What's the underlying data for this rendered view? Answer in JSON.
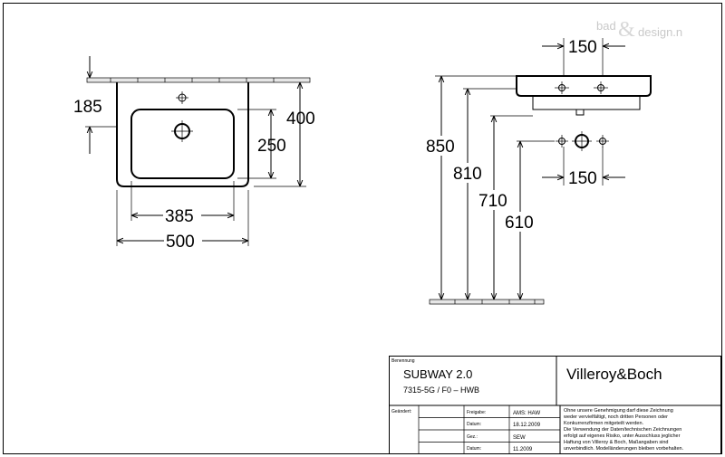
{
  "watermark": {
    "left": "bad",
    "amp": "&",
    "right": "design.n"
  },
  "top_view": {
    "depth_offset": "185",
    "height_outer": "400",
    "height_inner": "250",
    "width_inner": "385",
    "width_outer": "500"
  },
  "side_view": {
    "tap_spacing_top": "150",
    "tap_spacing_bottom": "150",
    "height_850": "850",
    "height_810": "810",
    "height_710": "710",
    "height_610": "610"
  },
  "title_block": {
    "designation_label": "Benennung",
    "product_name": "SUBWAY 2.0",
    "product_code": "7315-5G / F0 – HWB",
    "brand": "Villeroy&Boch",
    "changed_label": "Geändert:",
    "rows": [
      {
        "label": "Freigabe:",
        "value": "AMS: HAW"
      },
      {
        "label": "Datum:",
        "value": "18.12.2009"
      },
      {
        "label": "Gez.:",
        "value": "SEW"
      },
      {
        "label": "Datum:",
        "value": "11.2009"
      }
    ],
    "note_lines": [
      "Ohne unsere Genehmigung darf diese Zeichnung",
      "weder vervielfältigt, noch dritten Personen oder",
      "Konkurrenzfirmen mitgeteilt werden.",
      "Die Verwendung der Daten/technischen Zeichnungen",
      "erfolgt auf eigenes Risiko, unter Ausschluss jeglicher",
      "Haftung von Villeroy & Boch, Maßangaben sind",
      "unverbindlich. Modelländerungen bleiben vorbehalten."
    ]
  }
}
